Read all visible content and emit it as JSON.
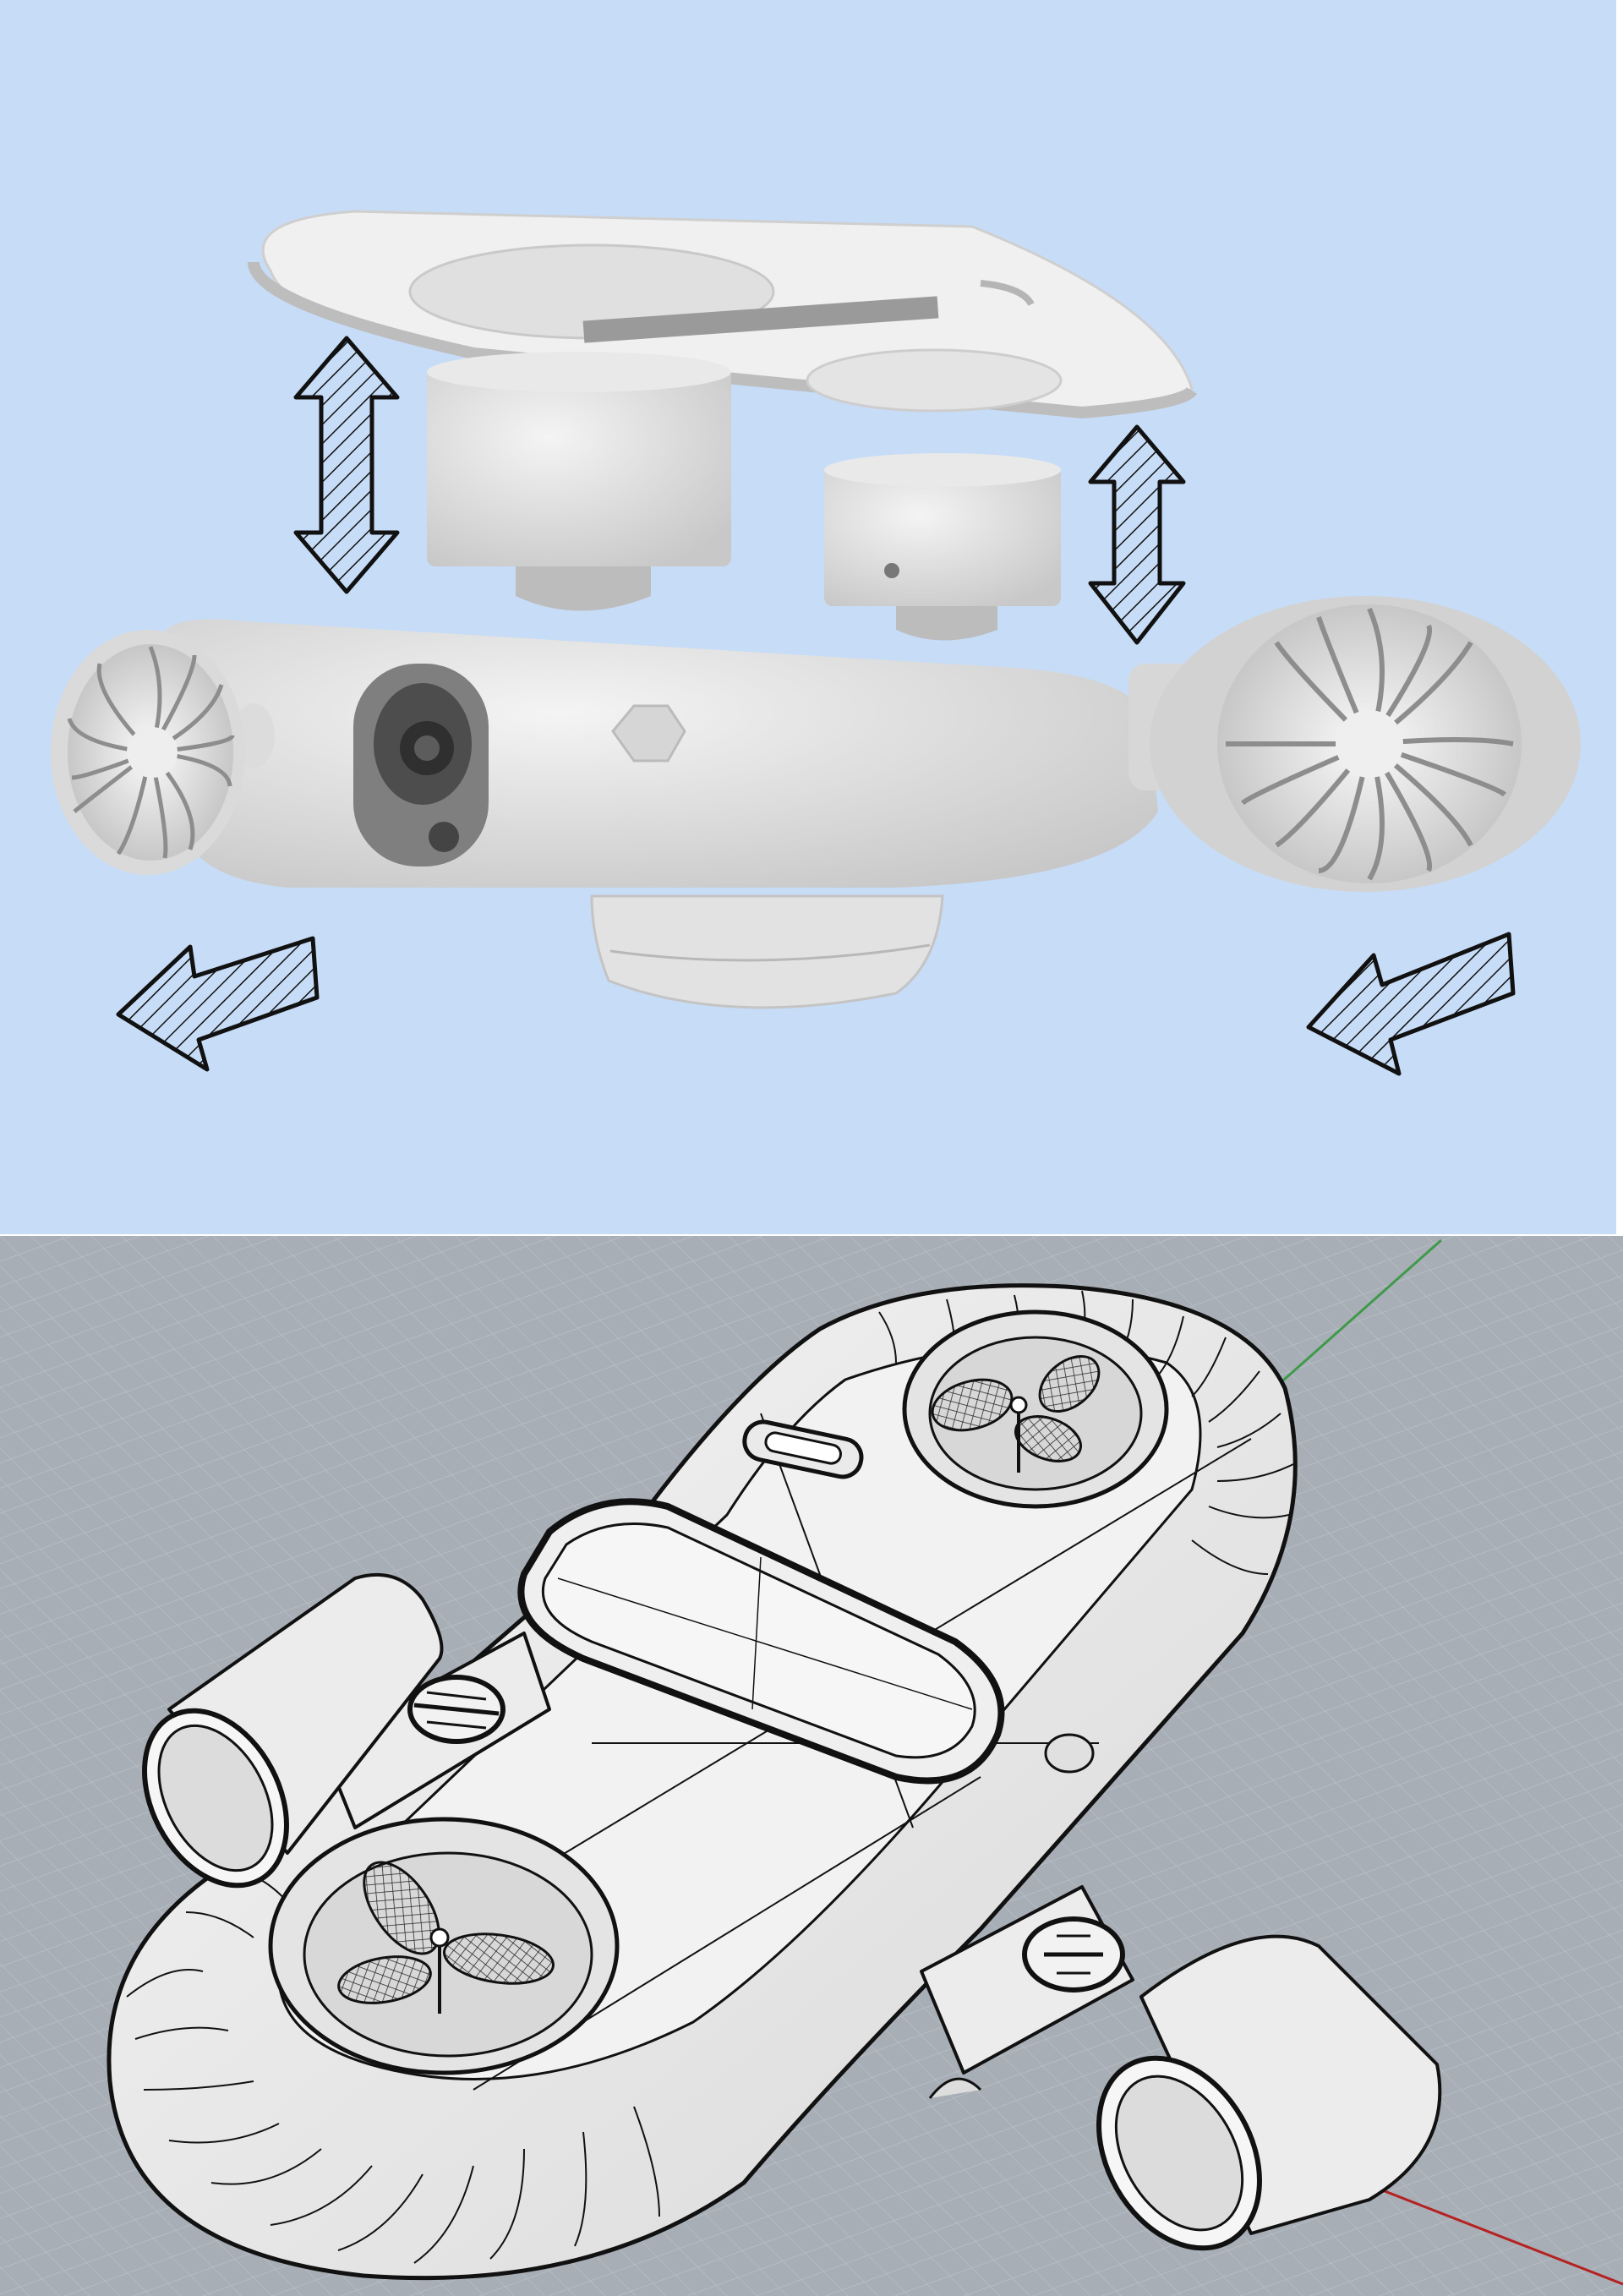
{
  "panels": [
    {
      "name": "render-view",
      "background": "#c7dcf6",
      "content": "exploded-render-of-underwater-drone"
    },
    {
      "name": "cad-wireframe-view",
      "background": "#a8aeb6",
      "content": "cad-wireframe-of-underwater-drone"
    }
  ],
  "icons": {
    "vertical_arrows": "vertical-double-arrow-icon",
    "horizontal_arrows": "left-pointing-hatched-arrow-icon"
  },
  "colors": {
    "body": "#eeeeee",
    "shadow": "#b9b9b9",
    "outline": "#111111",
    "grid": "#b3b9c1",
    "axis_x": "#b52222",
    "axis_y": "#3f9a4a"
  }
}
